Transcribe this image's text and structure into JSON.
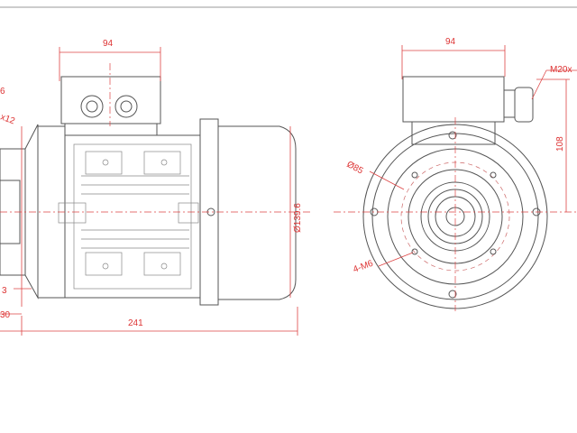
{
  "drawing": {
    "side_view": {
      "dim_top_width": "94",
      "dim_overall_length": "241",
      "dim_diameter": "Ø139.6",
      "dim_flange_thickness": "3",
      "dim_shaft": "30",
      "partial_label_1": "6",
      "partial_label_2": "x12"
    },
    "front_view": {
      "dim_top_width": "94",
      "cable_gland": "M20x",
      "dim_height": "108",
      "pitch_diameter": "Ø85",
      "holes": "4-M6"
    }
  },
  "colors": {
    "dimension": "#dd3333",
    "outline": "#555555"
  }
}
